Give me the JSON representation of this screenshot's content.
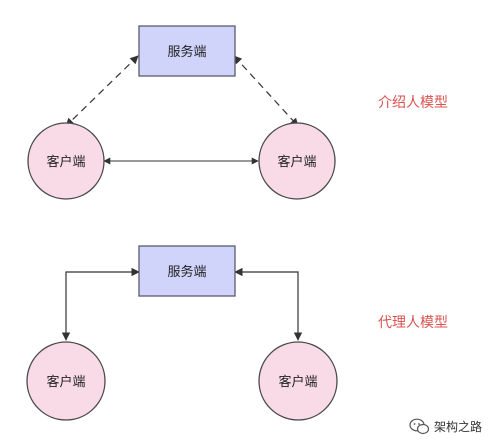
{
  "diagrams": {
    "introducer": {
      "label": "介绍人模型",
      "server": "服务端",
      "client_left": "客户端",
      "client_right": "客户端"
    },
    "proxy": {
      "label": "代理人模型",
      "server": "服务端",
      "client_left": "客户端",
      "client_right": "客户端"
    }
  },
  "watermark": {
    "text": "架构之路",
    "icon": "wechat-icon"
  },
  "colors": {
    "server_fill": "#d0d4fa",
    "server_stroke": "#5a5a6e",
    "client_fill": "#f9dbe8",
    "client_stroke": "#4a4a4a",
    "label": "#d9534f",
    "line": "#333333"
  }
}
